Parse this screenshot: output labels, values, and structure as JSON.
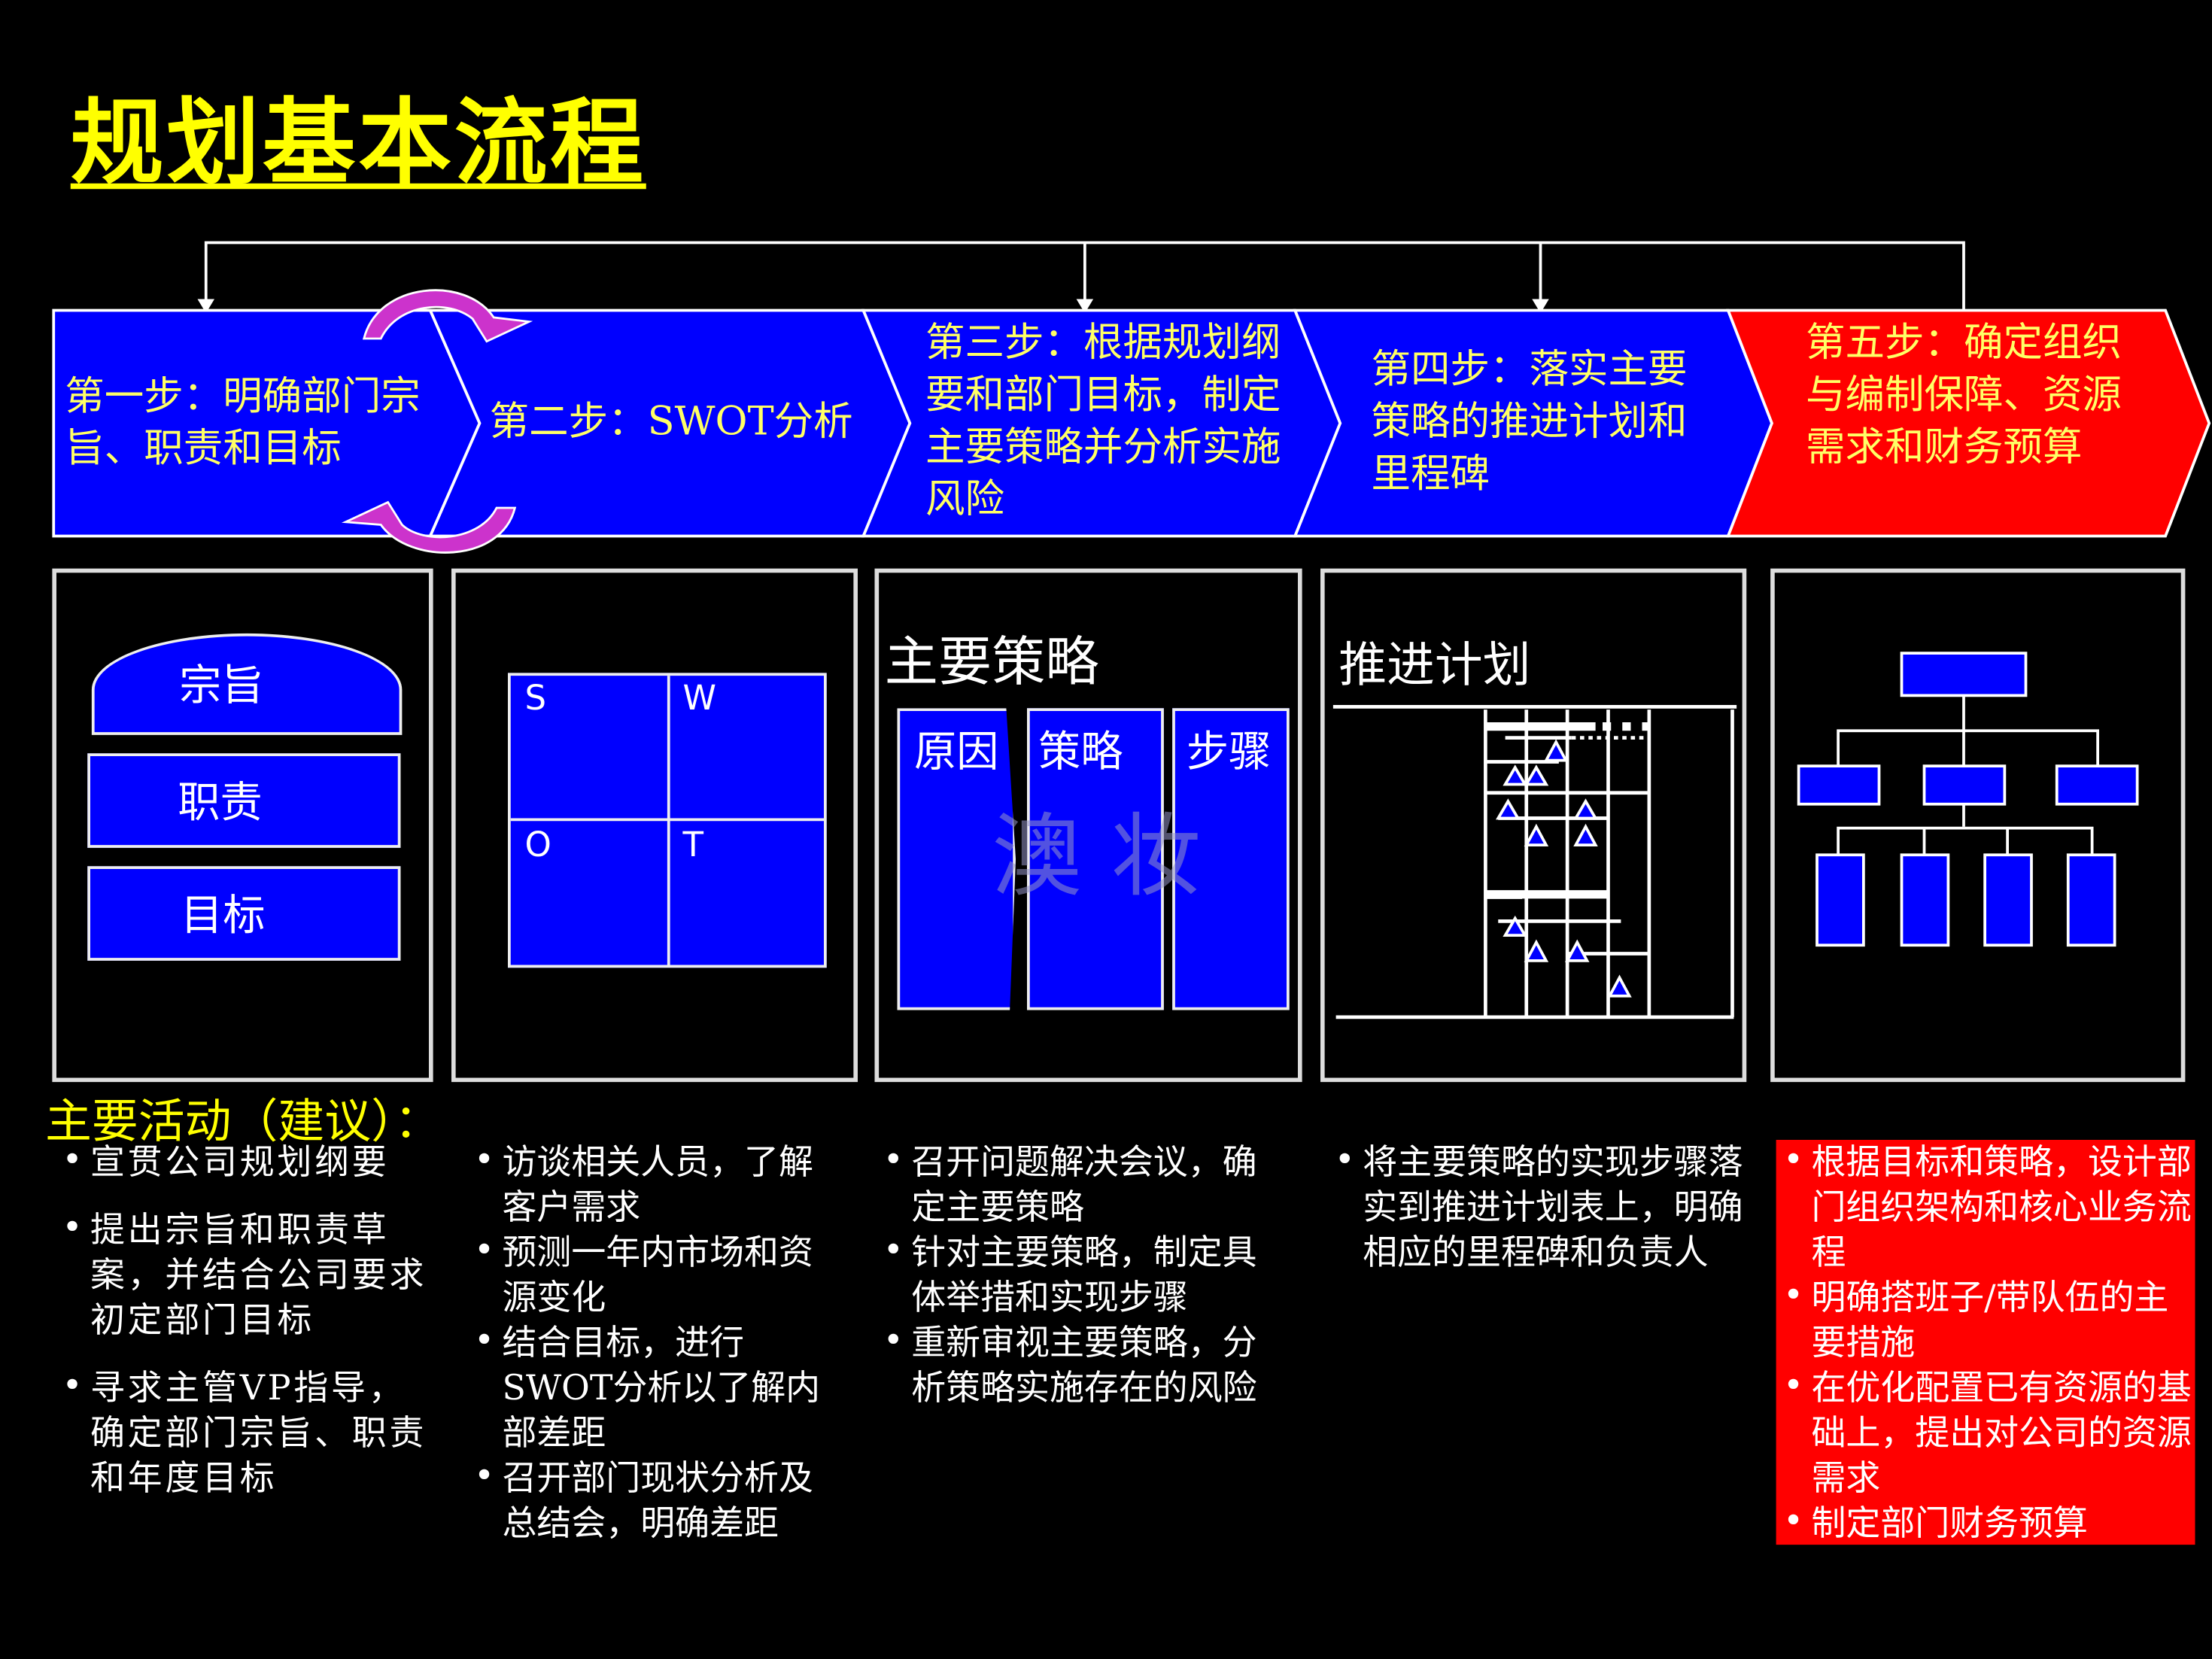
{
  "title": "规划基本流程",
  "steps": [
    {
      "label": "第一步：明确部门宗旨、职责和目标"
    },
    {
      "label": "第二步：SWOT分析"
    },
    {
      "label": "第三步：根据规划纲要和部门目标，制定主要策略并分析实施风险"
    },
    {
      "label": "第四步：落实主要策略的推进计划和里程碑"
    },
    {
      "label": "第五步：确定组织与编制保障、资源需求和财务预算"
    }
  ],
  "colors": {
    "step_blue": "#0000ff",
    "step_red": "#ff0000",
    "title_yellow": "#ffff00",
    "arrow_magenta": "#cc33cc"
  },
  "panel1": {
    "items": [
      "宗旨",
      "职责",
      "目标"
    ]
  },
  "panel2": {
    "quadrants": [
      "S",
      "W",
      "O",
      "T"
    ]
  },
  "panel3": {
    "title": "主要策略",
    "columns": [
      "原因",
      "策略",
      "步骤"
    ],
    "watermark": "澳 妆"
  },
  "panel4": {
    "title": "推进计划"
  },
  "activities": {
    "heading": "主要活动（建议）：",
    "columns": [
      [
        "宣贯公司规划纲要",
        "提出宗旨和职责草案，并结合公司要求初定部门目标",
        "寻求主管VP指导，确定部门宗旨、职责和年度目标"
      ],
      [
        "访谈相关人员，了解客户需求",
        "预测一年内市场和资源变化",
        "结合目标，进行SWOT分析以了解内部差距",
        "召开部门现状分析及总结会，明确差距"
      ],
      [
        "召开问题解决会议，确定主要策略",
        "针对主要策略，制定具体举措和实现步骤",
        "重新审视主要策略，分析策略实施存在的风险"
      ],
      [
        "将主要策略的实现步骤落实到推进计划表上，明确相应的里程碑和负责人"
      ],
      [
        "根据目标和策略，设计部门组织架构和核心业务流程",
        "明确搭班子/带队伍的主要措施",
        "在优化配置已有资源的基础上，提出对公司的资源需求",
        "制定部门财务预算"
      ]
    ]
  }
}
